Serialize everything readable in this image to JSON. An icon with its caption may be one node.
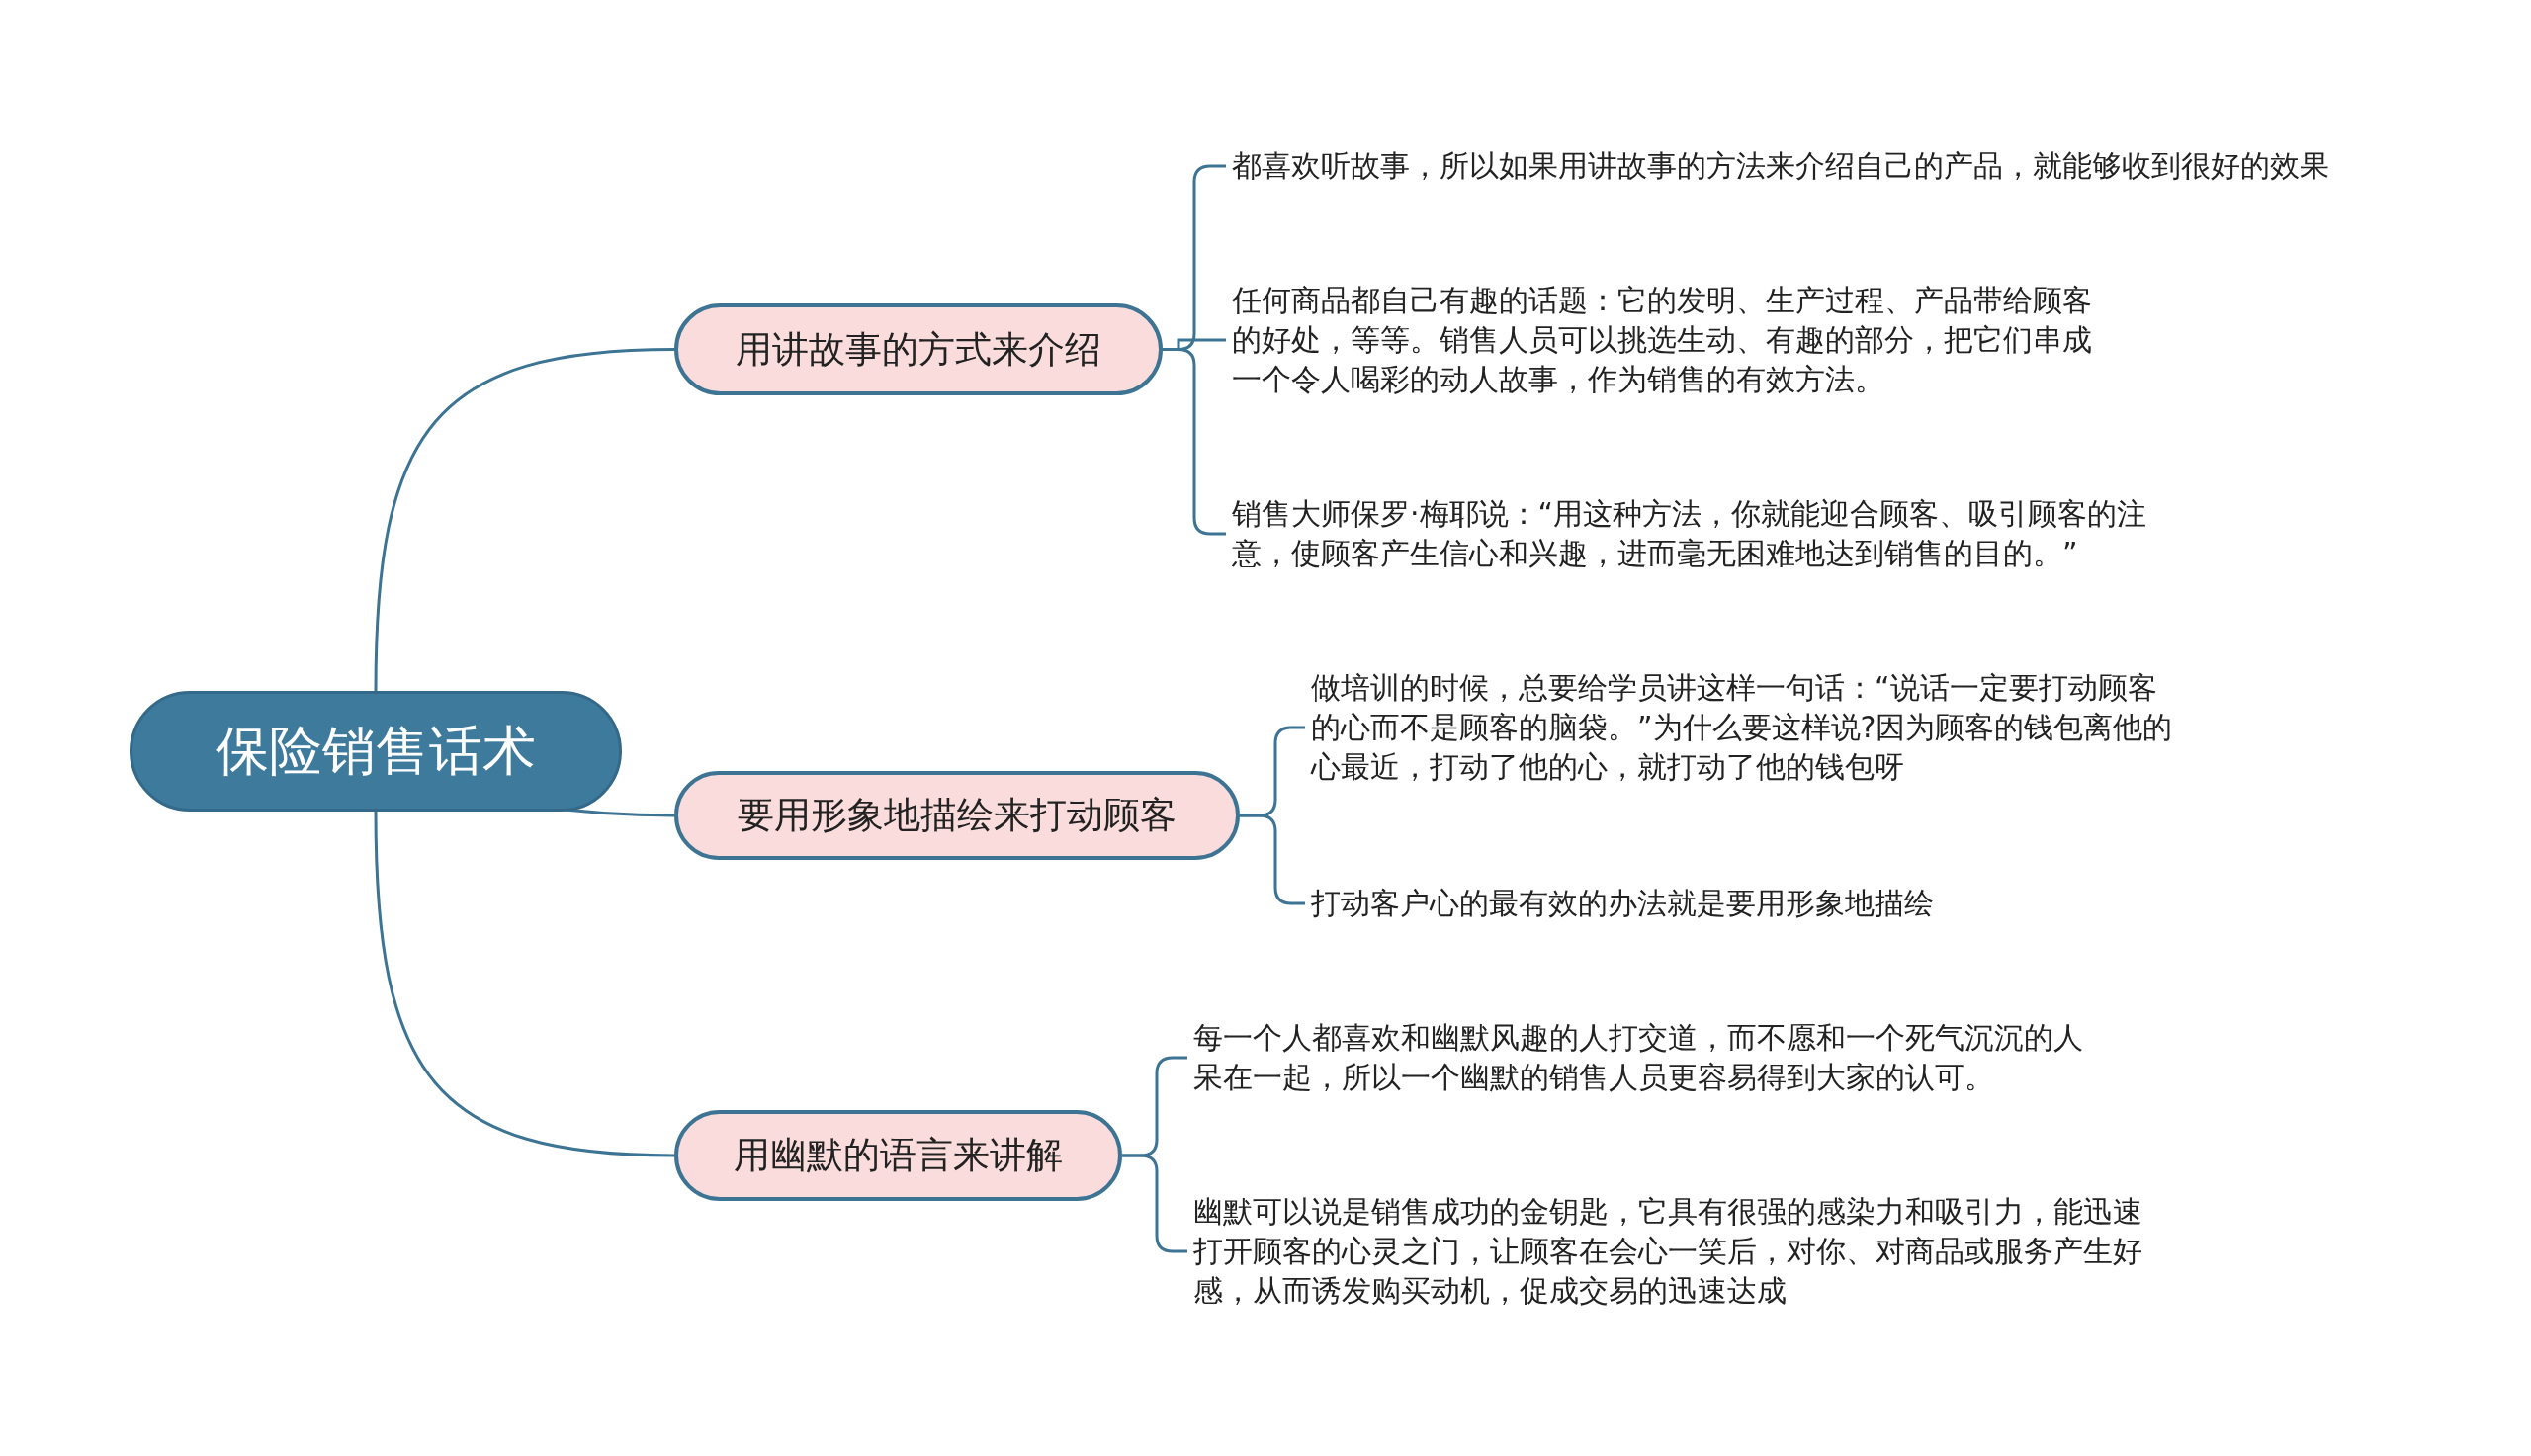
{
  "diagram": {
    "nodes": [
      {
        "text": [
          "保险销售话术"
        ]
      },
      {
        "text": [
          "用讲故事的方式来介绍"
        ]
      },
      {
        "text": [
          "都喜欢听故事，所以如果用讲故事的方法来介绍自己的产品，就能够收到很好的效果"
        ]
      },
      {
        "text": [
          "任何商品都自己有趣的话题：它的发明、生产过程、产品带给顾客的好处，等等。销售人员可以挑选生动、有趣的部分，把它们串成一个令人喝彩的动人故事，作为销售的有效方法。"
        ]
      },
      {
        "text": [
          "销售大师保罗·梅耶说：“用这种方法，你就能迎合顾客、吸引顾客的注意，使顾客产生信心和兴趣，进而毫无困难地达到销售的目的。”"
        ]
      },
      {
        "text": [
          "要用形象地描绘来打动顾客"
        ]
      },
      {
        "text": [
          "做培训的时候，总要给学员讲这样一句话：“说话一定要打动顾客的心而不是顾客的脑袋。”为什么要这样说?因为顾客的钱包离他的心最近，打动了他的心，就打动了他的钱包呀"
        ]
      },
      {
        "text": [
          "打动客户心的最有效的办法就是要用形象地描绘"
        ]
      },
      {
        "text": [
          "用幽默的语言来讲解"
        ]
      },
      {
        "text": [
          "每一个人都喜欢和幽默风趣的人打交道，而不愿和一个死气沉沉的人呆在一起，所以一个幽默的销售人员更容易得到大家的认可。"
        ]
      },
      {
        "text": [
          "幽默可以说是销售成功的金钥匙，它具有很强的感染力和吸引力，能迅速打开顾客的心灵之门，让顾客在会心一笑后，对你、对商品或服务产生好感，从而诱发购买动机，促成交易的迅速达成"
        ]
      }
    ],
    "edges": [
      {
        "from": 0,
        "to": 1,
        "arrow": "none"
      },
      {
        "from": 1,
        "to": 2,
        "arrow": "none"
      },
      {
        "from": 1,
        "to": 3,
        "arrow": "none"
      },
      {
        "from": 1,
        "to": 4,
        "arrow": "none"
      },
      {
        "from": 0,
        "to": 5,
        "arrow": "none"
      },
      {
        "from": 5,
        "to": 6,
        "arrow": "none"
      },
      {
        "from": 5,
        "to": 7,
        "arrow": "none"
      },
      {
        "from": 0,
        "to": 8,
        "arrow": "none"
      },
      {
        "from": 8,
        "to": 9,
        "arrow": "none"
      },
      {
        "from": 8,
        "to": 10,
        "arrow": "none"
      }
    ]
  }
}
